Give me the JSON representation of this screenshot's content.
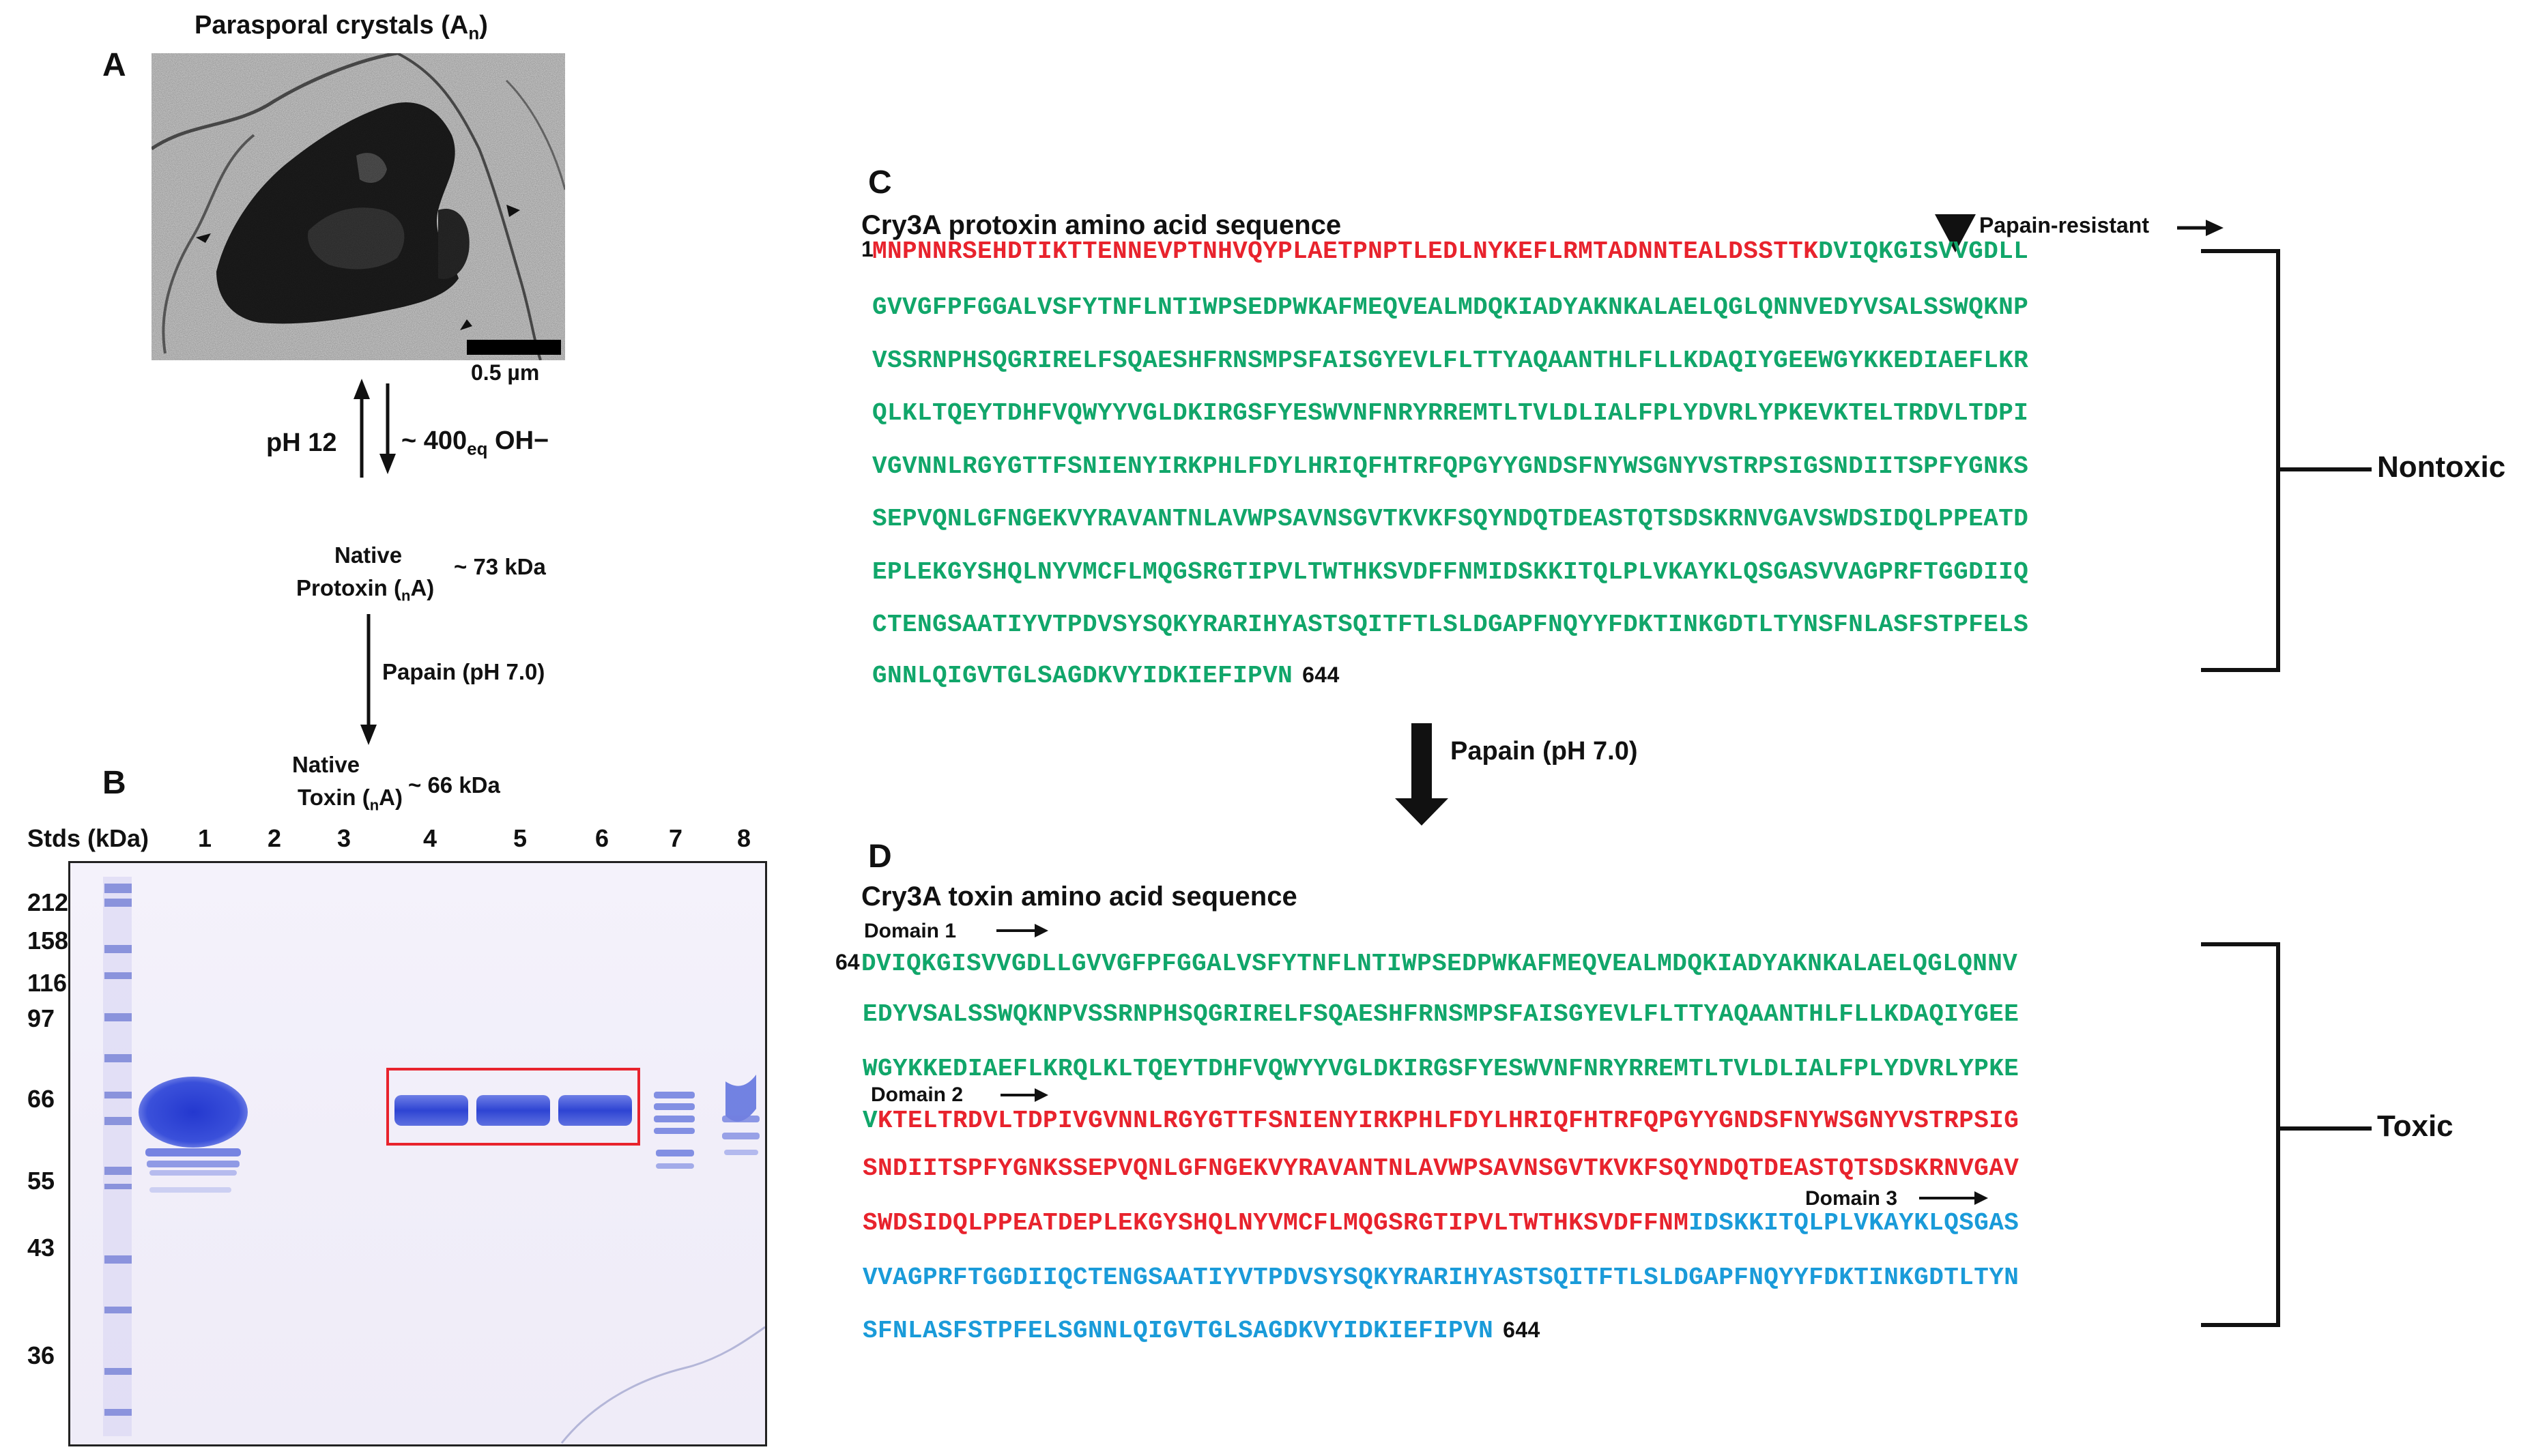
{
  "panel_a": {
    "letter": "A",
    "title_main": "Parasporal crystals (A",
    "title_sub": "n",
    "title_close": ")",
    "scale_label": "0.5 µm",
    "ph_label": "pH 12",
    "oh_prefix": "~ 400",
    "oh_sub": "eq",
    "oh_suffix": " OH−",
    "protoxin_line1": "Native",
    "protoxin_line2a": "Protoxin (",
    "protoxin_line2sub": "n",
    "protoxin_line2b": "A)",
    "protoxin_kda": "~ 73 kDa",
    "papain_label": "Papain (pH 7.0)",
    "toxin_line1": "Native",
    "toxin_line2a": "Toxin (",
    "toxin_line2sub": "n",
    "toxin_line2b": "A)",
    "toxin_kda": "~ 66 kDa"
  },
  "panel_b": {
    "letter": "B",
    "stds_label": "Stds (kDa)",
    "lanes": [
      "1",
      "2",
      "3",
      "4",
      "5",
      "6",
      "7",
      "8"
    ],
    "markers": [
      "212",
      "158",
      "116",
      "97",
      "66",
      "55",
      "43",
      "36"
    ]
  },
  "panel_c": {
    "letter": "C",
    "title": "Cry3A protoxin amino acid sequence",
    "resistant_label": "Papain-resistant",
    "start_num": "1",
    "line1_red": "MNPNNRSEHDTIKTTENNEVPTNHVQYPLAETPNPTLEDLNYKEFLRMTADNNTEALDSSTTK",
    "line1_green": "DVIQKGISVVGDLL",
    "lines": [
      "GVVGFPFGGALVSFYTNFLNTIWPSEDPWKAFMEQVEALMDQKIADYAKNKALAELQGLQNNVEDYVSALSSWQKNP",
      "VSSRNPHSQGRIRELFSQAESHFRNSMPSFAISGYEVLFLTTYAQAANTHLFLLKDAQIYGEEWGYKKEDIAEFLKR",
      "QLKLTQEYTDHFVQWYYVGLDKIRGSFYESWVNFNRYRREMTLTVLDLIALFPLYDVRLYPKEVKTELTRDVLTDPI",
      "VGVNNLRGYGTTFSNIENYIRKPHLFDYLHRIQFHTRFQPGYYGNDSFNYWSGNYVSTRPSIGSNDIITSPFYGNKS",
      "SEPVQNLGFNGEKVYRAVANTNLAVWPSAVNSGVTKVKFSQYNDQTDEASTQTSDSKRNVGAVSWDSIDQLPPEATD",
      "EPLEKGYSHQLNYVMCFLMQGSRGTIPVLTWTHKSVDFFNMIDSKKITQLPLVKAYKLQSGASVVAGPRFTGGDIIQ",
      "CTENGSAATIYVTPDVSYSQKYRARIHYASTSQITFTLSLDGAPFNQYYFDKTINKGDTLTYNSFNLASFSTPFELS"
    ],
    "last_line": "GNNLQIGVTGLSAGDKVYIDKIEFIPVN",
    "end_num": "644",
    "bracket_label": "Nontoxic"
  },
  "middle": {
    "papain_label": "Papain (pH 7.0)"
  },
  "panel_d": {
    "letter": "D",
    "title": "Cry3A toxin amino acid sequence",
    "domain1": "Domain 1",
    "domain2": "Domain 2",
    "domain3": "Domain 3",
    "start_num": "64",
    "green_lines": [
      "DVIQKGISVVGDLLGVVGFPFGGALVSFYTNFLNTIWPSEDPWKAFMEQVEALMDQKIADYAKNKALAELQGLQNNV",
      "EDYVSALSSWQKNPVSSRNPHSQGRIRELFSQAESHFRNSMPSFAISGYEVLFLTTYAQAANTHLFLLKDAQIYGEE",
      "WGYKKEDIAEFLKRQLKLTQEYTDHFVQWYYVGLDKIRGSFYESWVNFNRYRREMTLTVLDLIALFPLYDVRLYPKE"
    ],
    "line4_green": "V",
    "line4_red": "KTELTRDVLTDPIVGVNNLRGYGTTFSNIENYIRKPHLFDYLHRIQFHTRFQPGYYGNDSFNYWSGNYVSTRPSIG",
    "line5_red": "SNDIITSPFYGNKSSEPVQNLGFNGEKVYRAVANTNLAVWPSAVNSGVTKVKFSQYNDQTDEASTQTSDSKRNVGAV",
    "line6_red": "SWDSIDQLPPEATDEPLEKGYSHQLNYVMCFLMQGSRGTIPVLTWTHKSVDFFNM",
    "line6_blue": "IDSKKITQLPLVKAYKLQSGAS",
    "line7_blue": "VVAGPRFTGGDIIQCTENGSAATIYVTPDVSYSQKYRARIHYASTSQITFTLSLDGAPFNQYYFDKTINKGDTLTYN",
    "line8_blue": "SFNLASFSTPFELSGNNLQIGVTGLSAGDKVYIDKIEFIPVN",
    "end_num": "644",
    "bracket_label": "Toxic"
  },
  "colors": {
    "red": "#e8232d",
    "green": "#11a66a",
    "blue": "#1a9bd9",
    "gel_band": "#3a4fd6",
    "highlight_box": "#e8232d"
  }
}
